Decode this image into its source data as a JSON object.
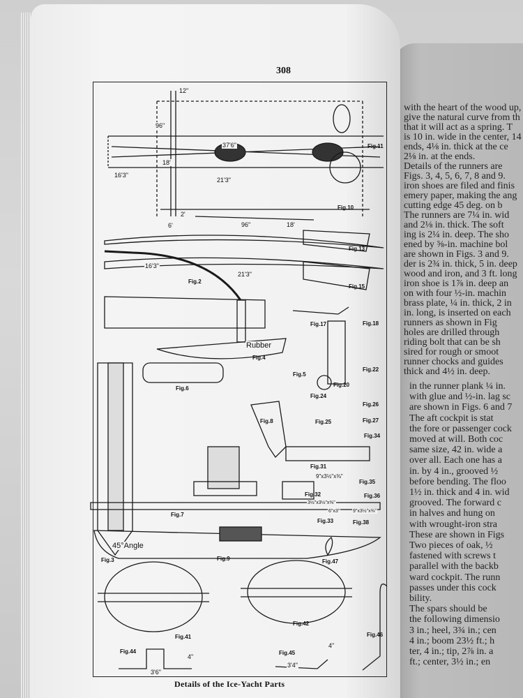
{
  "page_number": "308",
  "caption": "Details of the Ice-Yacht Parts",
  "figures": {
    "fig2": "Fig.2",
    "fig3": "Fig.3",
    "fig4": "Fig.4",
    "fig5": "Fig.5",
    "fig6": "Fig.6",
    "fig7": "Fig.7",
    "fig8": "Fig.8",
    "fig9": "Fig.9",
    "fig10": "Fig.10",
    "fig11": "Fig.11",
    "fig13": "Fig.13",
    "fig15": "Fig.15",
    "fig17": "Fig.17",
    "fig18": "Fig.18",
    "fig20": "Fig.20",
    "fig22": "Fig.22",
    "fig24": "Fig.24",
    "fig25": "Fig.25",
    "fig26": "Fig.26",
    "fig27": "Fig.27",
    "fig31": "Fig.31",
    "fig32": "Fig.32",
    "fig33": "Fig.33",
    "fig34": "Fig.34",
    "fig35": "Fig.35",
    "fig36": "Fig.36",
    "fig38": "Fig.38",
    "fig41": "Fig.41",
    "fig42": "Fig.42",
    "fig44": "Fig.44",
    "fig45": "Fig.45",
    "fig46": "Fig.46",
    "fig47": "Fig.47"
  },
  "dimensions": {
    "d12": "12\"",
    "d37_6": "37'6\"",
    "d16_3a": "16'3\"",
    "d21_3a": "21'3\"",
    "d18a": "18'",
    "d96a": "96\"",
    "d6": "6'",
    "d2": "2'",
    "d96b": "96\"",
    "d18b": "18'",
    "d16_3b": "16'3\"",
    "d21_3b": "21'3\"",
    "rubber": "Rubber",
    "angle": "45°Angle",
    "d3_6": "3'6\"",
    "d3_4": "3'4\"",
    "d4a": "4\"",
    "d4b": "4\"",
    "p31": "9\"x3½\"x⅜\"",
    "p32": "3½\"x3½\"x⅜\"",
    "p33": "6\"x3\"",
    "p38": "9\"x3½\"x⅜\""
  },
  "right_page_lines_top": [
    "with the heart of the wood up,",
    "give the natural curve from th",
    "that it will act as a spring.  T",
    "is 10 in. wide in the center, 14",
    "ends, 4⅛ in. thick at the ce",
    "2⅛ in. at the ends.",
    "   Details of the runners are",
    "Figs. 3, 4, 5, 6, 7, 8 and 9.",
    "iron shoes are filed and finis",
    "emery paper, making the ang",
    "cutting edge 45 deg. on b",
    "The runners are 7¼ in. wid",
    "and 2⅛ in. thick.  The soft",
    "ing is 2¼ in. deep.  The sho",
    "ened by ⅝-in. machine bol",
    "are shown in Figs. 3 and 9.",
    "der is 2¾ in. thick, 5 in. deep",
    "wood and iron, and 3 ft. long",
    "iron shoe is 1⅞ in. deep an",
    "on with four ½-in. machin",
    "brass plate, ¼ in. thick, 2 in",
    "in. long, is inserted on each",
    "runners as shown in Fig",
    "holes are drilled through",
    "riding bolt that can be sh",
    "sired for rough or smoot",
    "runner chocks and guides",
    "thick and 4½ in. deep."
  ],
  "right_page_lines_bottom": [
    "in the runner plank ¼ in.",
    "with glue and ½-in. lag sc",
    "are shown in Figs. 6 and 7",
    "   The aft cockpit is stat",
    "the fore or passenger cock",
    "moved at will.  Both coc",
    "same size, 42 in. wide a",
    "over all.  Each one has a",
    "in. by 4 in., grooved ½",
    "before bending.  The floo",
    "1½ in. thick and 4 in. wid",
    "grooved.  The forward c",
    "in halves and hung on",
    "with wrought-iron stra",
    "These are shown in Figs",
    "Two pieces of oak, ½",
    "fastened with screws t",
    "parallel with the backb",
    "ward cockpit.  The runn",
    "passes under this cock",
    "bility.",
    "   The spars should be",
    "the following dimensio",
    "3 in.; heel, 3¾ in.; cen",
    "4 in.; boom 23½ ft.; h",
    "ter, 4 in.; tip, 2⅞ in. a",
    "ft.; center, 3½ in.; en"
  ]
}
